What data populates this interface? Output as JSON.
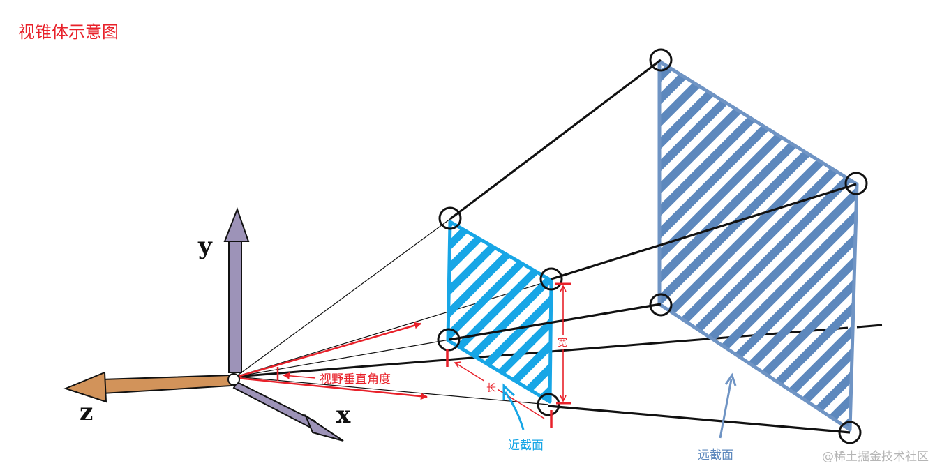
{
  "title": "视锥体示意图",
  "axes": {
    "x": "x",
    "y": "y",
    "z": "z"
  },
  "labels": {
    "fov_vertical": "视野垂直角度",
    "width": "宽",
    "length": "长",
    "near_plane": "近截面",
    "far_plane": "远截面"
  },
  "colors": {
    "title": "#e8212a",
    "annotation": "#e8212a",
    "near_plane": "#17a6e6",
    "far_plane": "#5d88bd",
    "x_axis": "#9d93b8",
    "y_axis": "#9d93b8",
    "z_axis": "#d2935a"
  },
  "watermark": "@稀土掘金技术社区"
}
